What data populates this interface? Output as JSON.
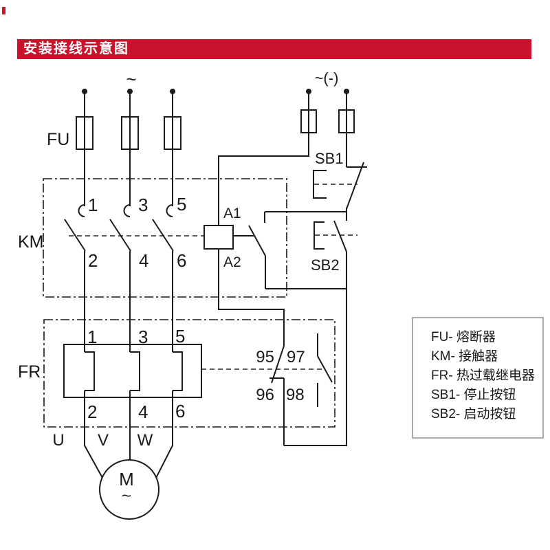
{
  "header": {
    "title": "安装接线示意图",
    "bar_color": "#c9132d"
  },
  "supply": {
    "main": "~",
    "control": "~(-)"
  },
  "components": {
    "fu": "FU",
    "km": "KM",
    "fr": "FR",
    "sb1": "SB1",
    "sb2": "SB2",
    "coil": {
      "a1": "A1",
      "a2": "A2"
    }
  },
  "km": {
    "top": [
      "1",
      "3",
      "5"
    ],
    "bottom": [
      "2",
      "4",
      "6"
    ]
  },
  "fr": {
    "top": [
      "1",
      "3",
      "5"
    ],
    "bottom": [
      "2",
      "4",
      "6"
    ],
    "aux": {
      "nc_top": "95",
      "no_top": "97",
      "nc_bottom": "96",
      "no_bottom": "98"
    }
  },
  "motor": {
    "symbol": "M",
    "wave": "~",
    "phases": [
      "U",
      "V",
      "W"
    ]
  },
  "legend": {
    "items": [
      "FU- 熔断器",
      "KM- 接触器",
      "FR- 热过载继电器",
      "SB1- 停止按钮",
      "SB2- 启动按钮"
    ]
  }
}
